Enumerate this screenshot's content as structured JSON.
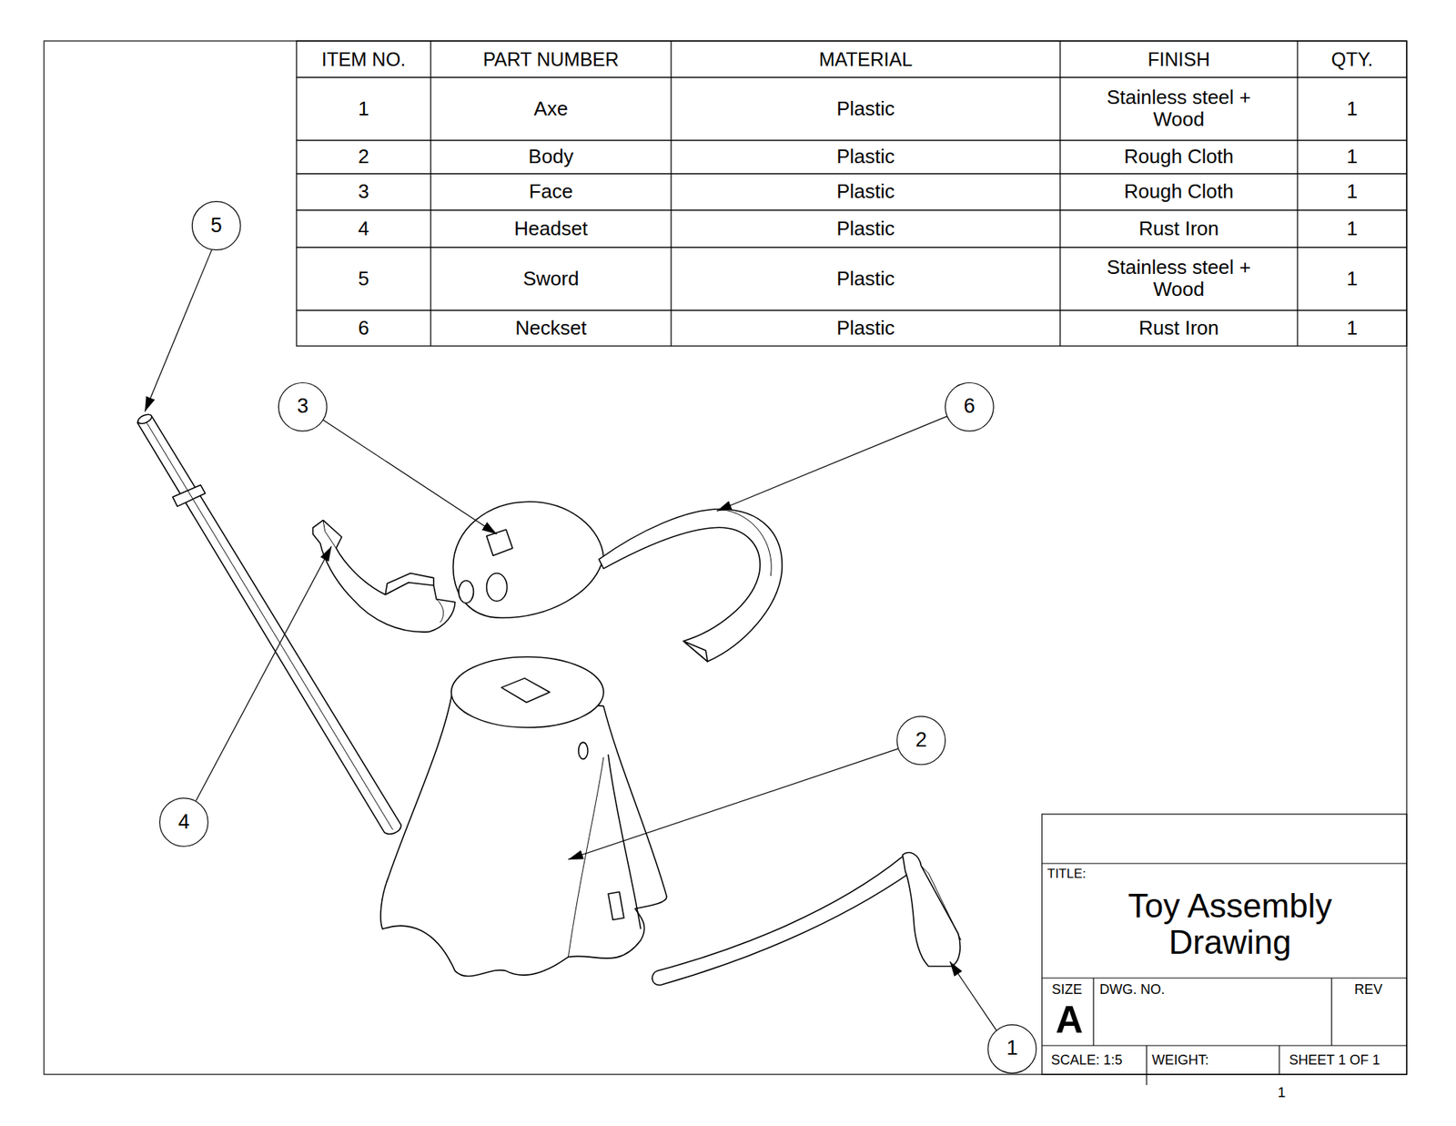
{
  "diagram": {
    "title": "Toy Assembly Drawing",
    "labels": [
      "ITEM NO.",
      "PART NUMBER",
      "MATERIAL",
      "FINISH",
      "QTY.",
      "1",
      "Axe",
      "Plastic",
      "Stainless steel + Wood",
      "1",
      "2",
      "Body",
      "Plastic",
      "Rough Cloth",
      "1",
      "3",
      "Face",
      "Plastic",
      "Rough Cloth",
      "1",
      "4",
      "Headset",
      "Plastic",
      "Rust Iron",
      "1",
      "5",
      "Sword",
      "Plastic",
      "Stainless steel + Wood",
      "1",
      "6",
      "Neckset",
      "Plastic",
      "Rust Iron",
      "1",
      "5",
      "3",
      "6",
      "2",
      "4",
      "1",
      "TITLE:",
      "SIZE",
      "A",
      "DWG. NO.",
      "REV",
      "SCALE: 1:5",
      "WEIGHT:",
      "SHEET 1 OF 1",
      "1"
    ]
  }
}
